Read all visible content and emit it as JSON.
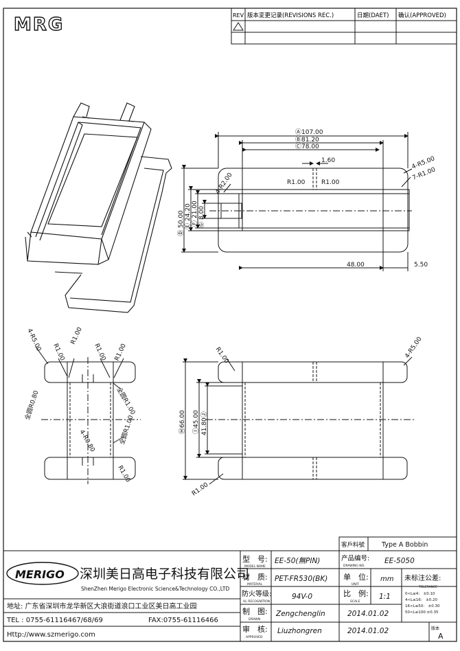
{
  "header": {
    "logo": "MRG",
    "rev_label": "REV",
    "revision_title": "版本変更记录(REVISIONS REC.)",
    "date_label": "日期(DAET)",
    "approve_label": "确认(APPROVED)"
  },
  "top_view": {
    "dim_a": "Ⓐ107.00",
    "dim_b": "Ⓑ81.20",
    "dim_c": "Ⓒ78.00",
    "dim_160": "1.60",
    "r1_left": "R1.00",
    "r1_right": "R1.00",
    "r5": "4-R5.00",
    "r1_corner": "7-R1.00",
    "r2": "4-R2.00",
    "d_50": "50.00",
    "d_24": "24.20",
    "d_21": "21.00",
    "d_8": "8.00",
    "circ_d": "Ⓓ",
    "circ_e": "Ⓔ",
    "circ_f": "Ⓕ",
    "circ_g": "Ⓖ",
    "d_48": "48.00",
    "d_550": "5.50"
  },
  "side_view": {
    "r5": "4-R5.00",
    "r1a": "R1.00",
    "r1b": "R1.00",
    "r1c": "R1.00",
    "r1d": "R1.00",
    "r08": "全圆R0.80",
    "r1_full1": "全圆R1.00",
    "r1_full2": "全圆R1.00",
    "r080": "4-R0.80",
    "r1_low": "R1.00"
  },
  "front_view": {
    "r1_top": "R1.00",
    "r5": "4-R5.00",
    "h66": "Ⓗ66.00",
    "i45": "Ⓘ45.00",
    "j418": "41.80Ⓙ",
    "r1_bottom": "R1.00"
  },
  "title_block": {
    "customer_label": "客戶料號",
    "customer_value": "Type A Bobbin",
    "company_brand": "MERIGO",
    "company_cn": "深圳美日高电子科技有限公司",
    "company_en": "ShenZhen Merigo Electronic Science&Technology CO.,LTD",
    "address": "地址: 广东省深圳市龙华新区大浪街道浪口工业区美日高工业园",
    "tel": "TEL : 0755-61116467/68/69",
    "fax": "FAX:0755-61116466",
    "web": "Http://www.szmerigo.com",
    "model_label": "型　号:",
    "model_sub": "MODEL NAME",
    "model_value": "EE-50(無PIN)",
    "drawing_label": "产品编号:",
    "drawing_sub": "DRAWING NO.",
    "drawing_value": "EE-5050",
    "material_label": "材　质:",
    "material_sub": "MATERIAL",
    "material_value": "PET-FR530(BK)",
    "unit_label": "单　位:",
    "unit_sub": "UNIT",
    "unit_value": "mm",
    "tol_label": "未标注公差:",
    "tol_sub": "TOLERANCE",
    "ul_label": "防火等级:",
    "ul_sub": "UL RECOGNITION",
    "ul_value": "94V-0",
    "scale_label": "比　例:",
    "scale_sub": "SCALE",
    "scale_value": "1:1",
    "tol1": "0<L≤4:　±0.10",
    "tol2": "4<L≤16:　±0.20",
    "tol3": "16<L≤50:　±0.30",
    "tol4": "50<L≤100:±0.35",
    "drawn_label": "制　图:",
    "drawn_sub": "DRAWN",
    "drawn_value": "Zengchenglin",
    "drawn_date": "2014.01.02",
    "approved_label": "审　核:",
    "approved_sub": "APPROVED",
    "approved_value": "Liuzhongren",
    "approved_date": "2014.01.02",
    "version_label": "版本",
    "version_value": "A"
  }
}
